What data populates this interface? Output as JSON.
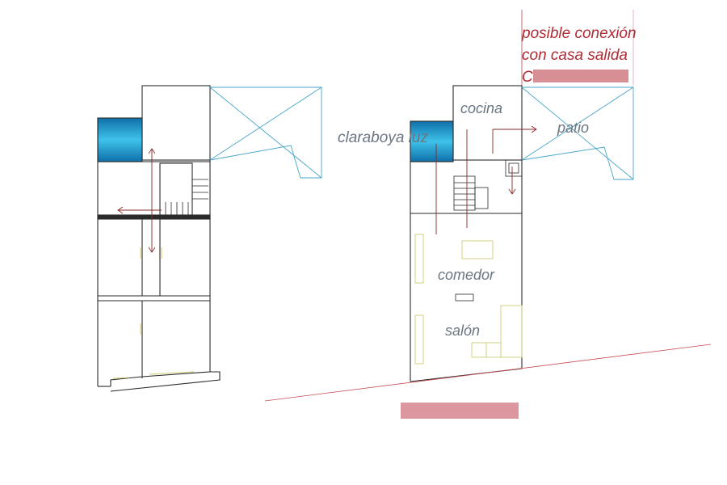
{
  "labels": {
    "skylight": "claraboya luz",
    "kitchen": "cocina",
    "patio": "patio",
    "dining": "comedor",
    "living": "salón"
  },
  "annotation": {
    "line1": "posible conexión",
    "line2": "con casa  salida",
    "line3_redacted_prefix": "C"
  },
  "colors": {
    "wall": "#2a2a2a",
    "hatch": "#4aa6c8",
    "skylight_blue": "#1a8ec0",
    "furniture": "#d8d48a",
    "redline": "#b02a34",
    "label": "#6a7682"
  }
}
